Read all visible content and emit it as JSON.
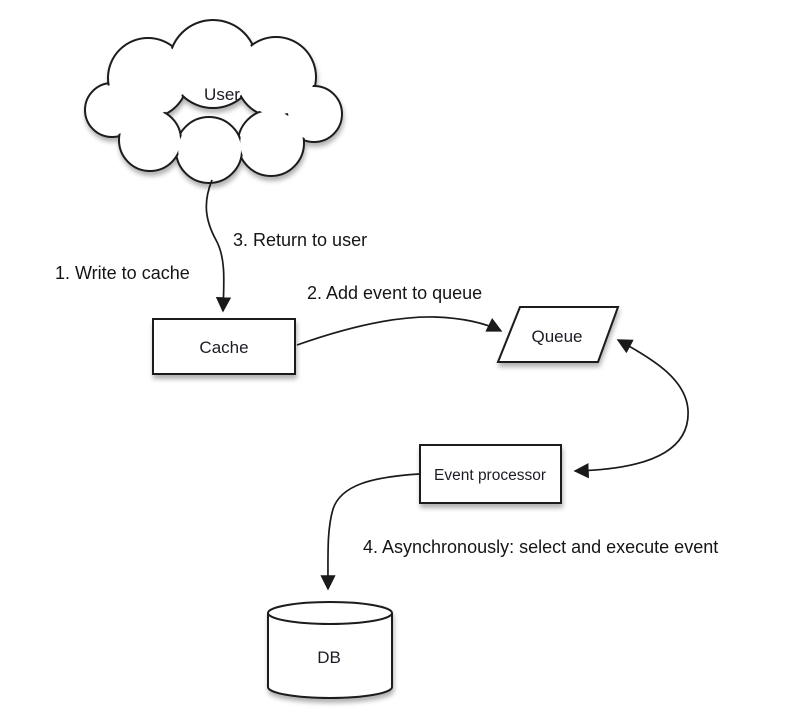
{
  "diagram_type": "flow-diagram",
  "colors": {
    "background": "#ffffff",
    "stroke": "#1a1a1a",
    "text": "#1c1c26"
  },
  "nodes": {
    "user": {
      "label": "User",
      "shape": "cloud"
    },
    "cache": {
      "label": "Cache",
      "shape": "rectangle"
    },
    "queue": {
      "label": "Queue",
      "shape": "parallelogram"
    },
    "event_processor": {
      "label": "Event processor",
      "shape": "rectangle"
    },
    "db": {
      "label": "DB",
      "shape": "cylinder"
    }
  },
  "edges": {
    "user_to_cache": {
      "from": "User",
      "to": "Cache"
    },
    "cache_to_queue": {
      "from": "Cache",
      "to": "Queue"
    },
    "queue_event_processor": {
      "from": "Queue",
      "to": "Event processor",
      "double_headed": true
    },
    "event_processor_to_db": {
      "from": "Event processor",
      "to": "DB"
    }
  },
  "edge_labels": {
    "write_to_cache": "1. Write to cache",
    "add_event_to_queue": "2. Add event to queue",
    "return_to_user": "3. Return to user",
    "async_execute": "4. Asynchronously: select and execute event"
  }
}
